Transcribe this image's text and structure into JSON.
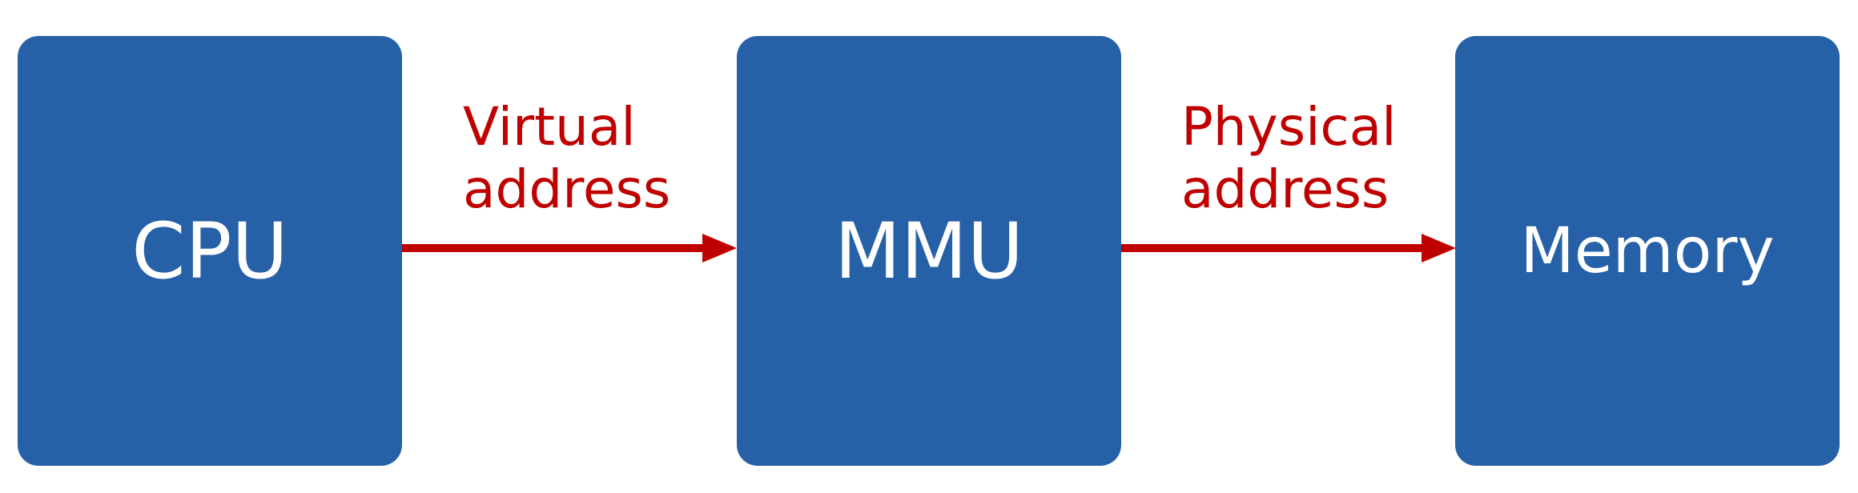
{
  "nodes": {
    "cpu": {
      "label": "CPU"
    },
    "mmu": {
      "label": "MMU"
    },
    "memory": {
      "label": "Memory"
    }
  },
  "edges": {
    "cpu_to_mmu": {
      "line1": "Virtual",
      "line2": "address"
    },
    "mmu_to_memory": {
      "line1": "Physical",
      "line2": "address"
    }
  },
  "colors": {
    "box_fill": "#2660A6",
    "box_text": "#FFFFFF",
    "arrow": "#C00000",
    "edge_label": "#C00000"
  }
}
